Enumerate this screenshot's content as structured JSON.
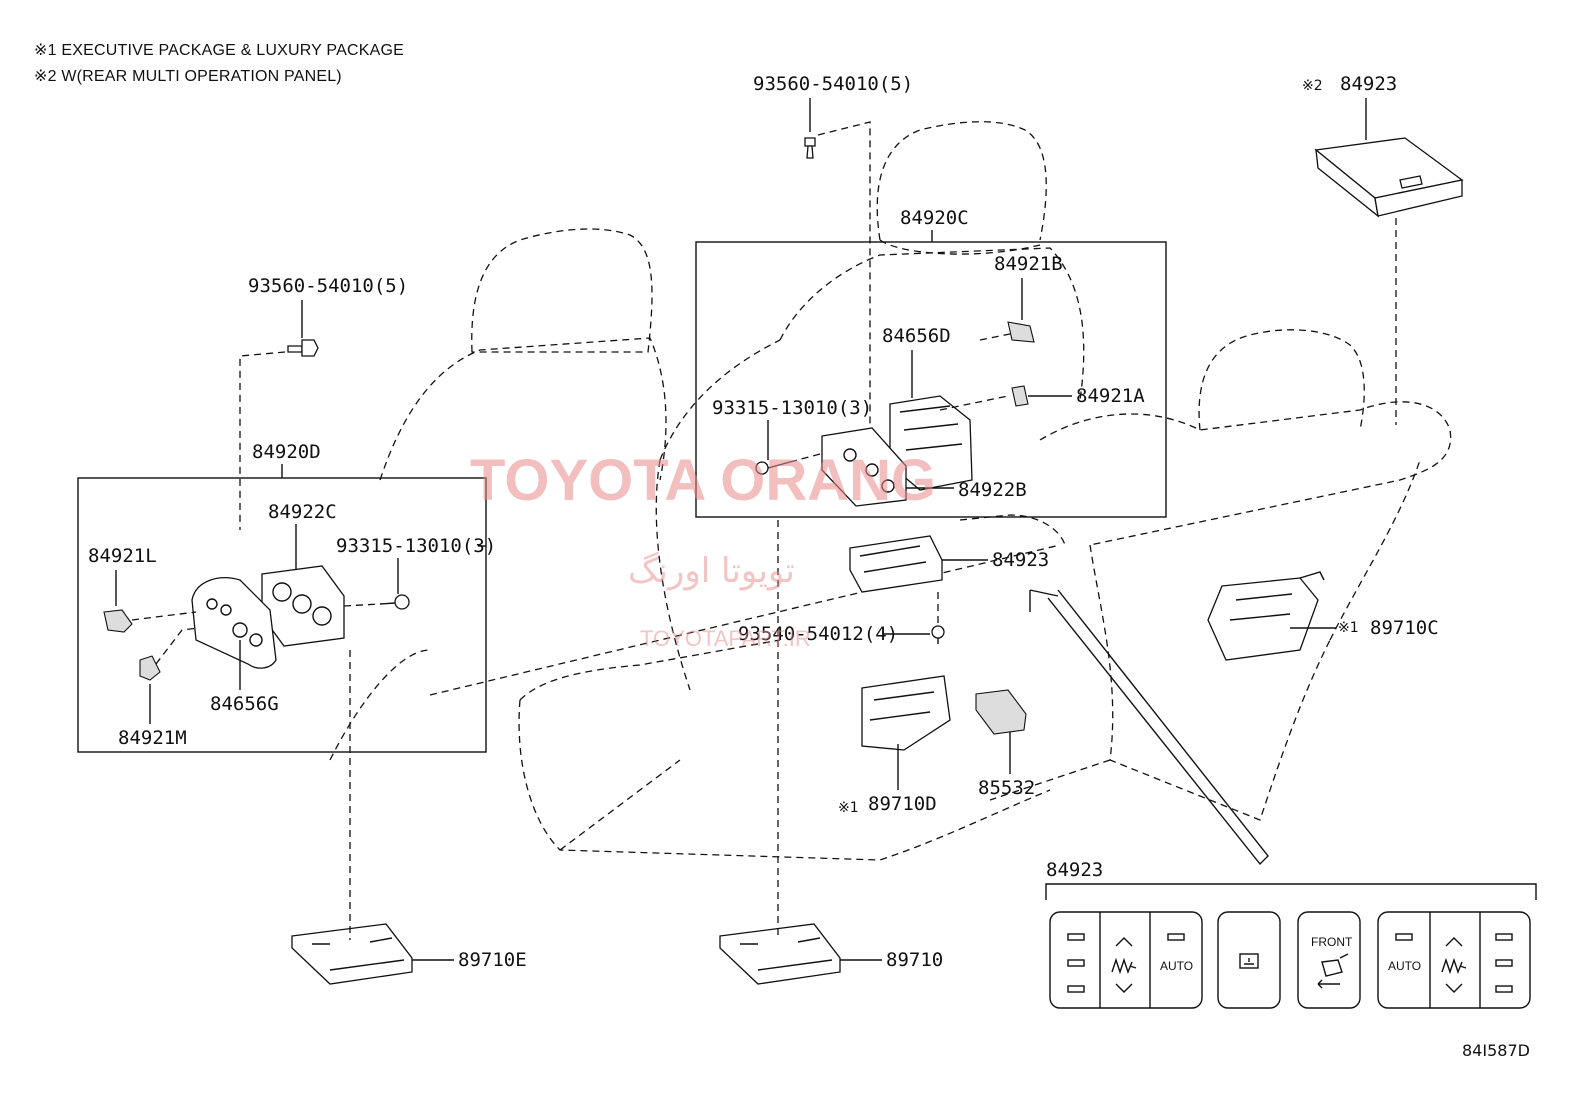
{
  "notes": [
    "※1 EXECUTIVE PACKAGE & LUXURY PACKAGE",
    "※2 W(REAR MULTI OPERATION PANEL)"
  ],
  "labels": {
    "bolt_top": "93560-54010(5)",
    "bolt_left": "93560-54010(5)",
    "p84920C": "84920C",
    "p84921B": "84921B",
    "p84656D": "84656D",
    "screw_mid": "93315-13010(3)",
    "p84921A": "84921A",
    "p84922B": "84922B",
    "p84920D": "84920D",
    "p84922C": "84922C",
    "p84921L": "84921L",
    "screw_left": "93315-13010(3)",
    "p84656G": "84656G",
    "p84921M": "84921M",
    "p84923_mid": "84923",
    "screw_lower": "93540-54012(4)",
    "p84923_top": "84923",
    "p89710C": "89710C",
    "p89710D": "89710D",
    "p85532": "85532",
    "p89710E": "89710E",
    "p89710": "89710",
    "p84923_panel": "84923",
    "mark1": "※1",
    "mark2": "※2",
    "ref_code": "84I587D"
  },
  "panel_buttons": {
    "auto": "AUTO",
    "front": "FRONT"
  },
  "watermark": {
    "brand": "TOYOTA ORANG",
    "arabic": "تویوتا اورنگ",
    "site": "TOYOTAPART.IR"
  },
  "colors": {
    "line": "#111111",
    "watermark": "#e88a8a"
  }
}
